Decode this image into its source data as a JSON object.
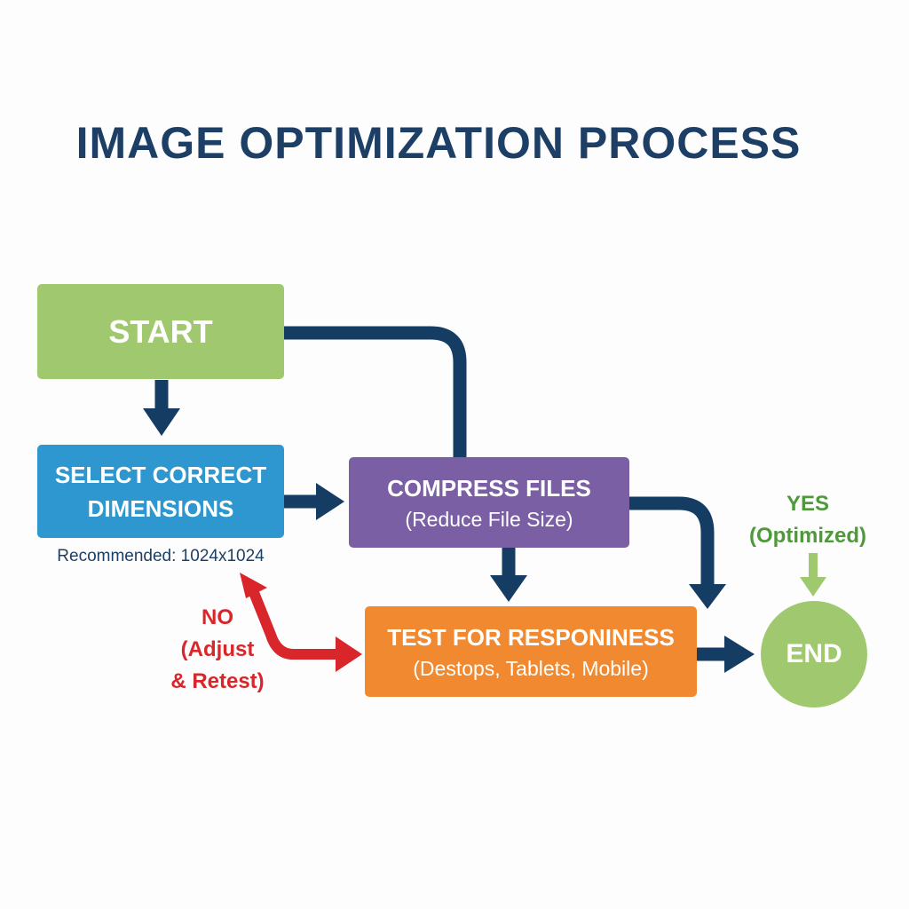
{
  "title": "IMAGE OPTIMIZATION PROCESS",
  "nodes": {
    "start": {
      "label": "START",
      "color": "#a0c96f"
    },
    "select": {
      "label_line1": "SELECT CORRECT",
      "label_line2": "DIMENSIONS",
      "note": "Recommended: 1024x1024",
      "color": "#2f97d0"
    },
    "compress": {
      "label": "COMPRESS FILES",
      "sublabel": "(Reduce File Size)",
      "color": "#7b5fa5"
    },
    "test": {
      "label": "TEST FOR RESPONINESS",
      "sublabel": "(Destops, Tablets, Mobile)",
      "color": "#f0892f"
    },
    "end": {
      "label": "END",
      "color": "#a0c96f"
    }
  },
  "branches": {
    "yes": {
      "line1": "YES",
      "line2": "(Optimized)",
      "color": "#4e9a3a"
    },
    "no": {
      "line1": "NO",
      "line2": "(Adjust",
      "line3": "& Retest)",
      "color": "#d9262b"
    }
  },
  "colors": {
    "arrow": "#153d63",
    "title": "#1d3f66"
  }
}
